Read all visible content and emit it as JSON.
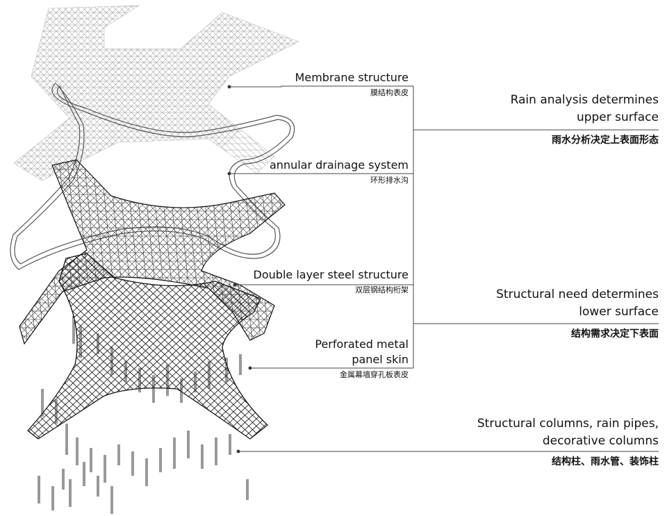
{
  "layers": {
    "membrane": {
      "en": "Membrane structure",
      "zh": "膜结构表皮"
    },
    "drainage": {
      "en": "annular drainage system",
      "zh": "环形排水沟"
    },
    "steel": {
      "en": "Double layer steel structure",
      "zh": "双层钢结构桁架"
    },
    "skin": {
      "en_line1": "Perforated metal",
      "en_line2": "panel skin",
      "zh": "金属幕墙穿孔板表皮"
    }
  },
  "groups": {
    "upper": {
      "en_line1": "Rain analysis determines",
      "en_line2": "upper surface",
      "zh": "雨水分析决定上表面形态"
    },
    "lower": {
      "en_line1": "Structural need determines",
      "en_line2": "lower surface",
      "zh": "结构需求决定下表面"
    },
    "columns": {
      "en_line1": "Structural columns, rain pipes,",
      "en_line2": "decorative columns",
      "zh": "结构柱、雨水管、装饰柱"
    }
  },
  "colors": {
    "line": "#333333",
    "mesh_light": "#9a9a9a",
    "mesh_dark": "#222222",
    "text": "#111111"
  }
}
